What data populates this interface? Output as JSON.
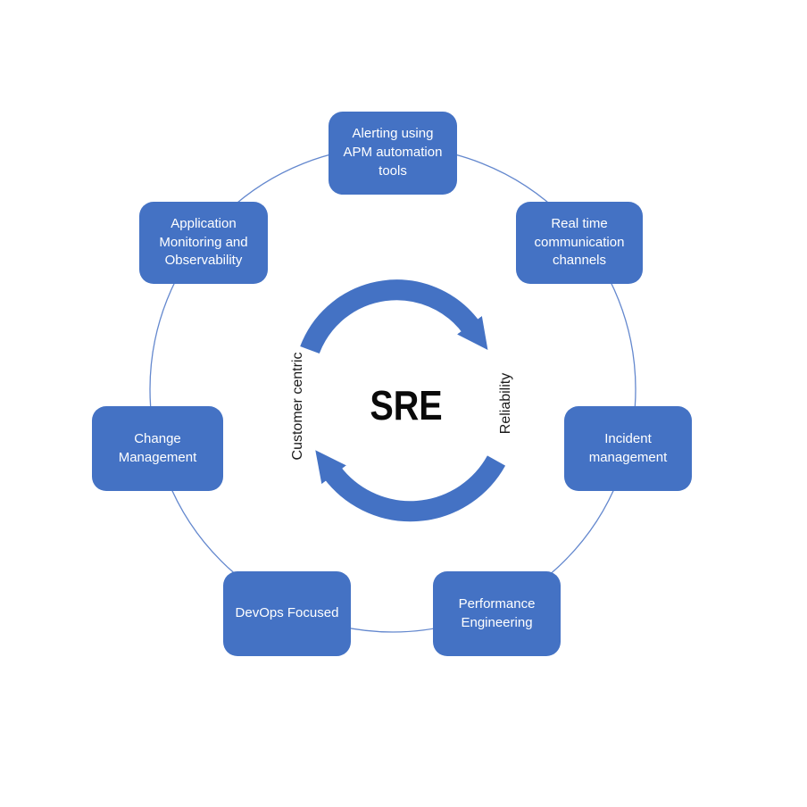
{
  "diagram": {
    "center_label": "SRE",
    "cycle_labels": {
      "left": "Customer centric",
      "right": "Reliability"
    },
    "nodes": {
      "alerting": {
        "label": "Alerting using APM automation tools"
      },
      "appmon": {
        "label": "Application Monitoring and Observability"
      },
      "realtime": {
        "label": "Real time communication channels"
      },
      "change": {
        "label": "Change Management"
      },
      "incident": {
        "label": "Incident management"
      },
      "devops": {
        "label": "DevOps Focused"
      },
      "performance": {
        "label": "Performance Engineering"
      }
    },
    "colors": {
      "node_fill": "#4472c4",
      "node_text": "#ffffff",
      "arrow": "#4472c4",
      "ring": "#6488ce",
      "center_text": "#0a0a0a"
    }
  }
}
